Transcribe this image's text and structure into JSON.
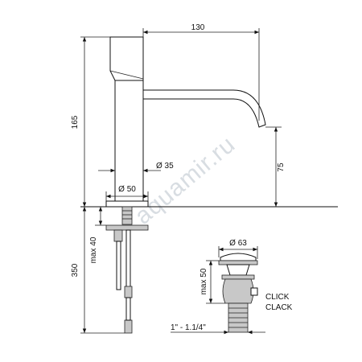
{
  "watermark": "aquamir.ru",
  "dimensions": {
    "width_spout": "130",
    "height_total": "165",
    "spout_height": "75",
    "body_diameter": "Ø 35",
    "base_diameter": "Ø 50",
    "below_counter": "350",
    "max_deck": "max 40",
    "waste_diameter": "Ø 63",
    "waste_max": "max 50",
    "waste_thread": "1\" - 1.1/4\""
  },
  "labels": {
    "click_line1": "CLICK",
    "click_line2": "CLACK"
  },
  "colors": {
    "line": "#111111",
    "watermark": "#d8dde2"
  }
}
